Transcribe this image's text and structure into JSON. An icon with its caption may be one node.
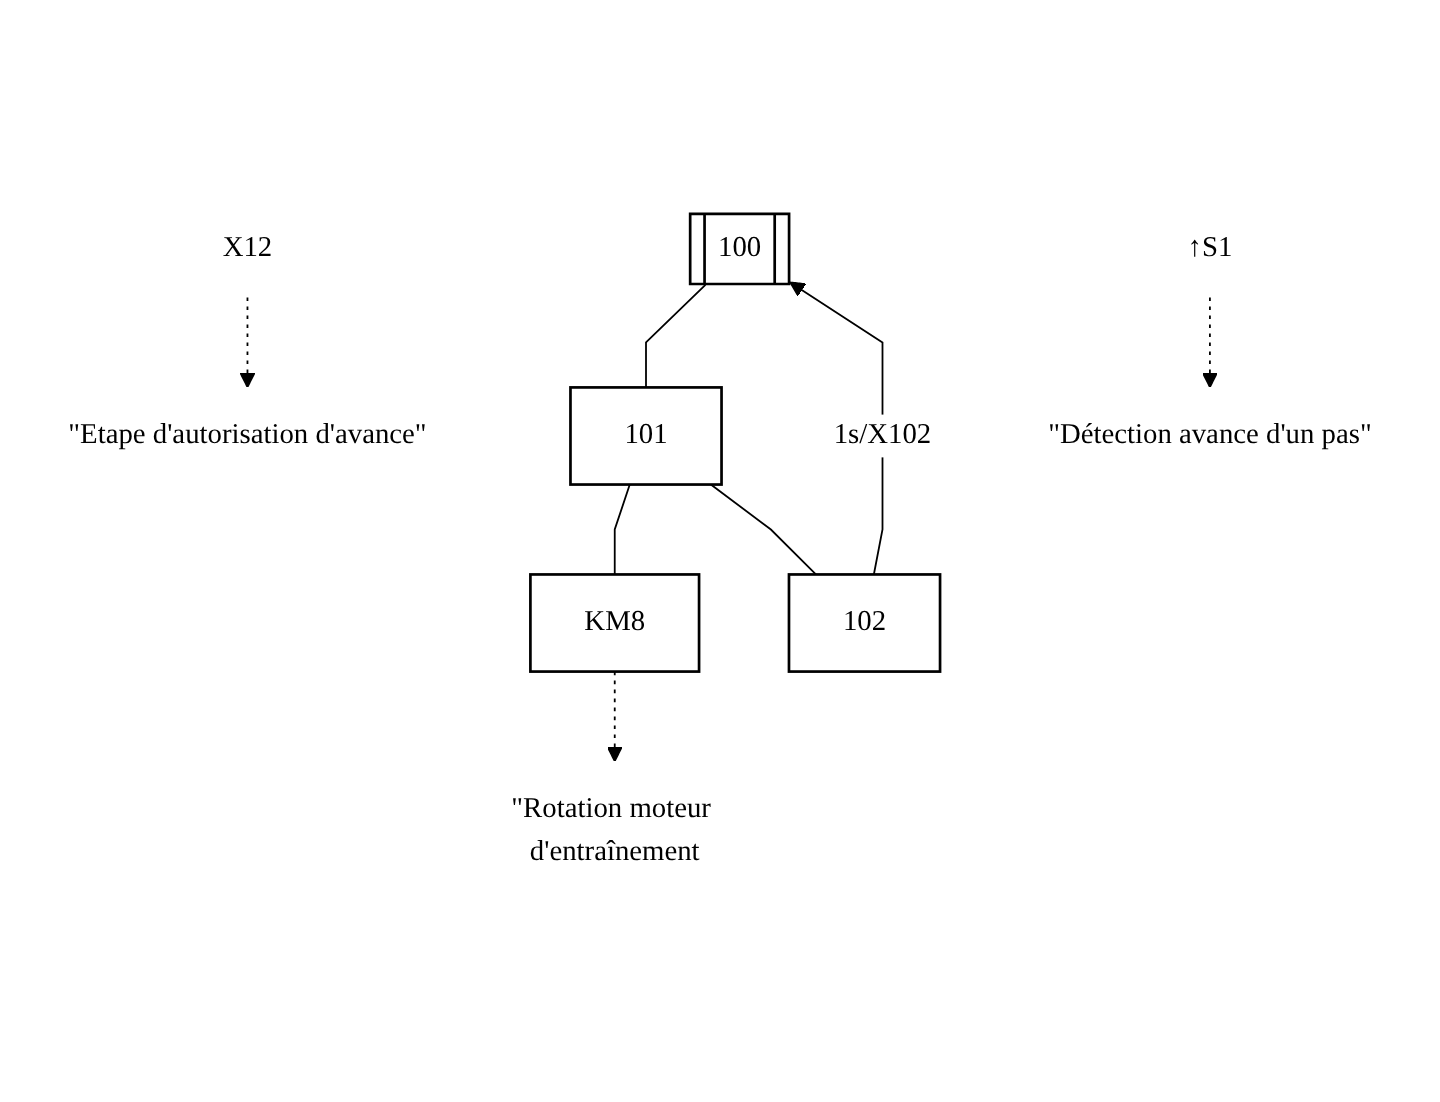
{
  "diagram": {
    "nodes": [
      {
        "text": [
          "100"
        ]
      },
      {
        "text": [
          "101"
        ]
      },
      {
        "text": [
          "102"
        ]
      },
      {
        "text": [
          "KM8"
        ]
      },
      {
        "text": [
          "X12"
        ]
      },
      {
        "text": [
          "\"Etape d'autorisation d'avance\""
        ]
      },
      {
        "text": [
          "↑S1"
        ]
      },
      {
        "text": [
          "\"Détection avance d'un pas\""
        ]
      },
      {
        "text": [
          "\"Rotation moteur d'entraînement"
        ]
      }
    ],
    "edges": [
      {
        "from": 0,
        "to": 1,
        "arrow": "none"
      },
      {
        "from": 4,
        "to": 5,
        "arrow": "to",
        "style": "dashed"
      },
      {
        "from": 1,
        "to": 3,
        "arrow": "none"
      },
      {
        "from": 3,
        "to": 8,
        "arrow": "to",
        "style": "dashed"
      },
      {
        "from": 1,
        "to": 2,
        "arrow": "none"
      },
      {
        "from": 6,
        "to": 7,
        "arrow": "to",
        "style": "dashed"
      },
      {
        "from": 2,
        "to": 0,
        "arrow": "to",
        "label": "1s/X102"
      }
    ]
  }
}
